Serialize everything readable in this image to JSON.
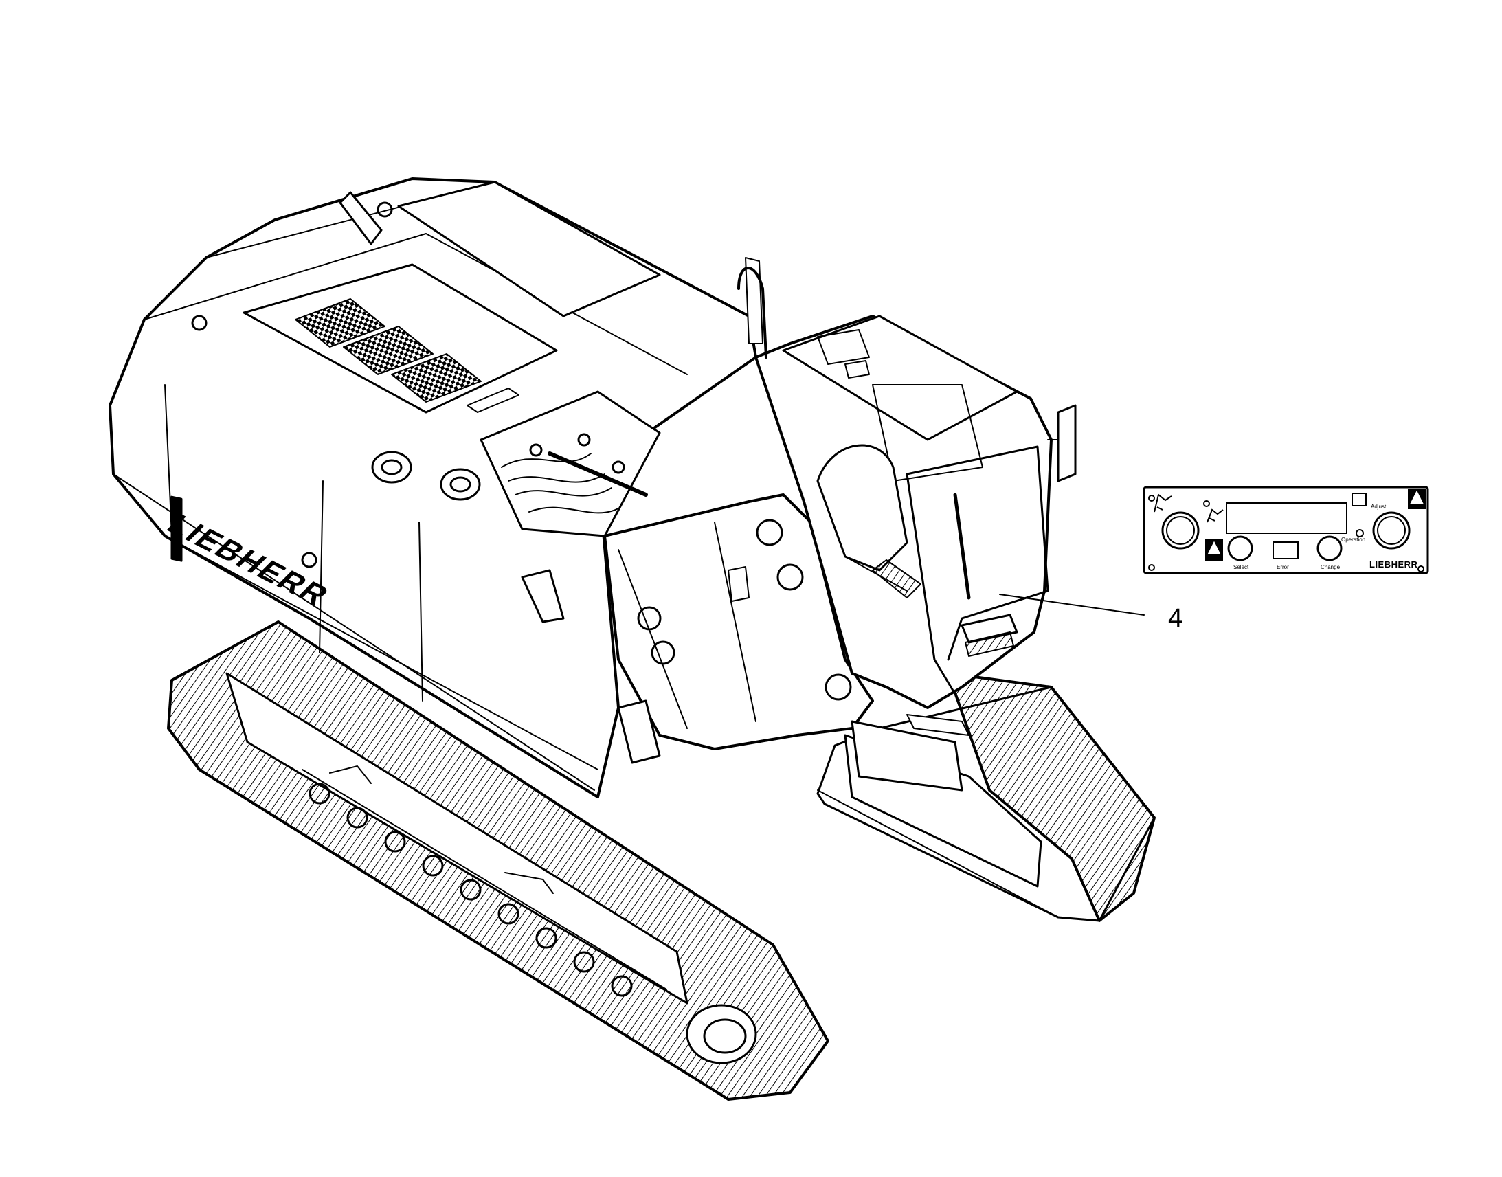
{
  "machine": {
    "brand_side": "LIEBHERR"
  },
  "callout": {
    "number": "4"
  },
  "panel": {
    "adjust_label": "Adjust",
    "operation_label": "Operation",
    "select_label": "Select",
    "error_label": "Error",
    "change_label": "Change",
    "brand": "LIEBHERR"
  },
  "colors": {
    "line": "#000000",
    "background": "#ffffff"
  }
}
